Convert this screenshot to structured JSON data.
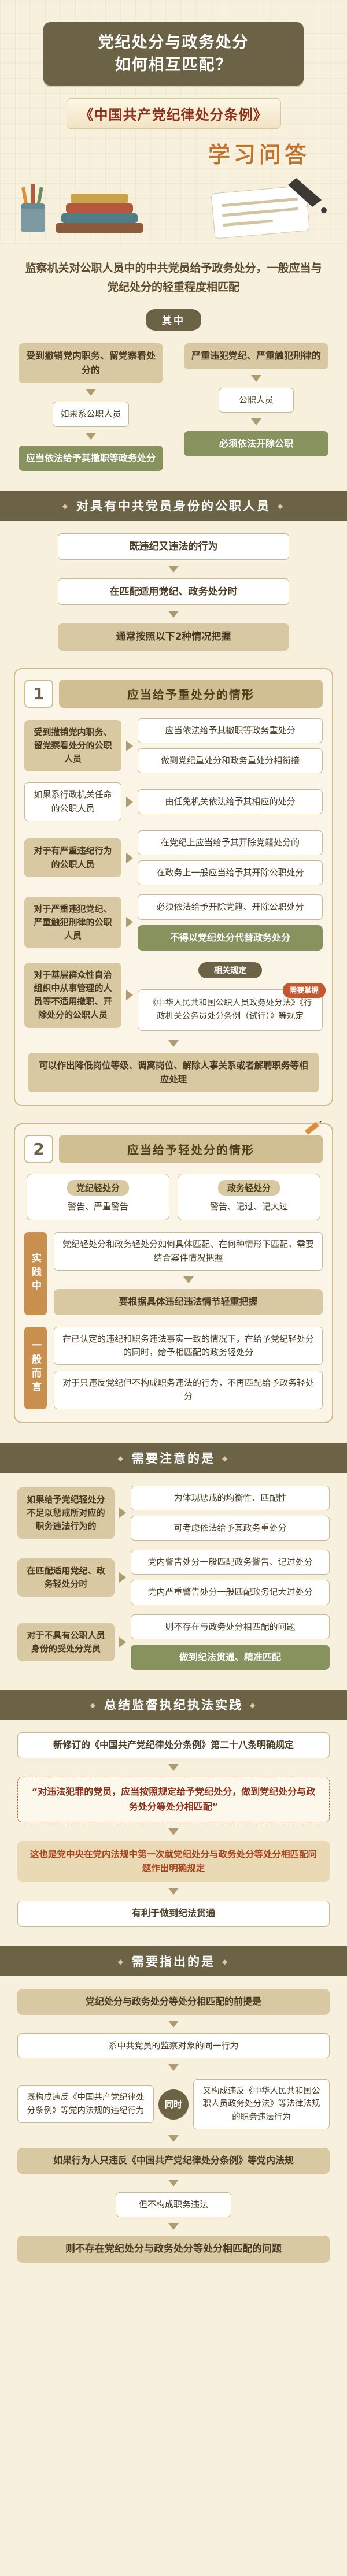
{
  "icons": {
    "diamond": "◆"
  },
  "header": {
    "title_line1": "党纪处分与政务处分",
    "title_line2": "如何相互匹配？",
    "book_title": "《中国共产党纪律处分条例》",
    "qa_label": "学习问答"
  },
  "intro": {
    "text": "监察机关对公职人员中的中共党员给予政务处分，一般应当与党纪处分的轻重程度相匹配",
    "badge": "其中"
  },
  "flow": {
    "left_top": "受到撤销党内职务、留党察看处分的",
    "left_mid": "如果系公职人员",
    "left_bottom": "应当依法给予其撤职等政务处分",
    "right_top": "严重违犯党纪、严重触犯刑律的",
    "right_mid": "公职人员",
    "right_bottom": "必须依法开除公职"
  },
  "band1": {
    "title": "对具有中共党员身份的公职人员",
    "step1": "既违纪又违法的行为",
    "step2": "在匹配适用党纪、政务处分时",
    "step3": "通常按照以下2种情况把握"
  },
  "section1": {
    "num": "1",
    "title": "应当给予重处分的情形",
    "r1_left": "受到撤销党内职务、留党察看处分的公职人员",
    "r1_right1": "应当依法给予其撤职等政务重处分",
    "r1_right2": "做到党纪重处分和政务重处分相衔接",
    "r2_left": "如果系行政机关任命的公职人员",
    "r2_right": "由任免机关依法给予其相应的处分",
    "r3_left": "对于有严重违纪行为的公职人员",
    "r3_right1": "在党纪上应当给予其开除党籍处分的",
    "r3_right2": "在政务上一般应当给予其开除公职处分",
    "r4_left": "对于严重违犯党纪、严重触犯刑律的公职人员",
    "r4_right1": "必须依法给予开除党籍、开除公职处分",
    "r4_note": "不得以党纪处分代替政务处分",
    "r5_left": "对于基层群众性自治组织中从事管理的人员等不适用撤职、开除处分的公职人员",
    "ref_badge": "相关规定",
    "ref_text": "《中华人民共和国公职人员政务处分法》《行政机关公务员处分条例（试行）》等规定",
    "ref_tag": "需要掌握",
    "note": "可以作出降低岗位等级、调离岗位、解除人事关系或者解聘职务等相应处理"
  },
  "section2": {
    "num": "2",
    "title": "应当给予轻处分的情形",
    "left_title": "党纪轻处分",
    "left_items": "警告、严重警告",
    "right_title": "政务轻处分",
    "right_items": "警告、记过、记大过",
    "practice_tab": "实践中",
    "practice_box1": "党纪轻处分和政务轻处分如何具体匹配、在何种情形下匹配，需要结合案件情况把握",
    "practice_box2": "要根据具体违纪违法情节轻重把握",
    "general_tab": "一般而言",
    "general_box1": "在已认定的违纪和职务违法事实一致的情况下，在给予党纪轻处分的同时，给予相匹配的政务轻处分",
    "general_box2": "对于只违反党纪但不构成职务违法的行为，不再匹配给予政务轻处分"
  },
  "notice": {
    "title": "需要注意的是",
    "g1_left": "如果给予党纪轻处分不足以惩戒所对应的职务违法行为的",
    "g1_right1": "为体现惩戒的均衡性、匹配性",
    "g1_right2": "可考虑依法给予其政务重处分",
    "g2_left": "在匹配适用党纪、政务轻处分时",
    "g2_right1": "党内警告处分一般匹配政务警告、记过处分",
    "g2_right2": "党内严重警告处分一般匹配政务记大过处分",
    "g3_left": "对于不具有公职人员身份的受处分党员",
    "g3_right": "则不存在与政务处分相匹配的问题",
    "g3_green": "做到纪法贯通、精准匹配"
  },
  "summary": {
    "title": "总结监督执纪执法实践",
    "intro": "新修订的《中国共产党纪律处分条例》第二十八条明确规定",
    "quote": "“对违法犯罪的党员，应当按照规定给予党纪处分，做到党纪处分与政务处分等处分相匹配”",
    "highlight": "这也是党中央在党内法规中第一次就党纪处分与政务处分等处分相匹配问题作出明确规定",
    "footer": "有利于做到纪法贯通"
  },
  "pointout": {
    "title": "需要指出的是",
    "premise": "党纪处分与政务处分等处分相匹配的前提是",
    "subject": "系中共党员的监察对象的同一行为",
    "both_left": "既构成违反《中国共产党纪律处分条例》等党内法规的违纪行为",
    "connector": "同时",
    "both_right": "又构成违反《中华人民共和国公职人员政务处分法》等法律法规的职务违法行为",
    "if_only": "如果行为人只违反《中国共产党纪律处分条例》等党内法规",
    "but_not": "但不构成职务违法",
    "conclusion": "则不存在党纪处分与政务处分等处分相匹配的问题"
  }
}
